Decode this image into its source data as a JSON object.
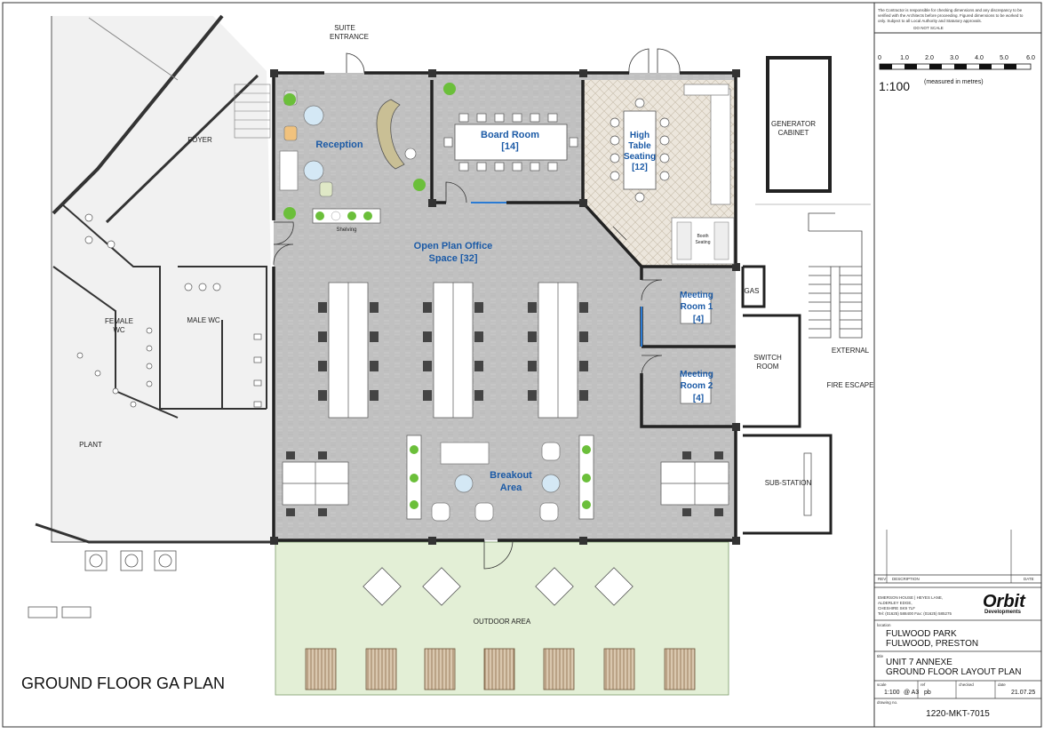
{
  "drawing_title": "GROUND FLOOR GA PLAN",
  "scale_bar": {
    "ticks": [
      "0",
      "1.0",
      "2.0",
      "3.0",
      "4.0",
      "5.0",
      "6.0"
    ],
    "scale": "1:100",
    "unit_note": "(measured in metres)"
  },
  "disclaimer": {
    "line1": "The Contractor is responsible for checking dimensions and any discrepancy to be",
    "line2": "verified with the Architects before proceeding. Figured dimensions to be worked to",
    "line3": "only. Subject to all Local Authority and Statutory approvals.",
    "line4": "DO NOT SCALE"
  },
  "rooms": {
    "suite_entrance_1": "SUITE",
    "suite_entrance_2": "ENTRANCE",
    "foyer": "FOYER",
    "reception": "Reception",
    "board_room_1": "Board Room",
    "board_room_2": "[14]",
    "high_table_1": "High",
    "high_table_2": "Table",
    "high_table_3": "Seating",
    "high_table_4": "[12]",
    "generator_1": "GENERATOR",
    "generator_2": "CABINET",
    "open_plan_1": "Open Plan Office",
    "open_plan_2": "Space [32]",
    "shelving": "Shelving",
    "booth_seating_1": "Booth",
    "booth_seating_2": "Seating",
    "gas": "GAS",
    "meeting1_1": "Meeting",
    "meeting1_2": "Room 1",
    "meeting1_3": "[4]",
    "meeting2_1": "Meeting",
    "meeting2_2": "Room 2",
    "meeting2_3": "[4]",
    "switch_1": "SWITCH",
    "switch_2": "ROOM",
    "fire_escape_1": "EXTERNAL",
    "fire_escape_2": "FIRE ESCAPE",
    "female_wc_1": "FEMALE",
    "female_wc_2": "WC",
    "male_wc": "MALE WC",
    "plant": "PLANT",
    "breakout_1": "Breakout",
    "breakout_2": "Area",
    "sub_station": "SUB-STATION",
    "outdoor": "OUTDOOR AREA"
  },
  "title_block": {
    "rev_label": "REV",
    "desc_label": "DESCRIPTION",
    "date_label": "DATE",
    "address_line1": "EMERSON HOUSE | HEYES LANE,",
    "address_line2": "ALDERLEY EDGE,",
    "address_line3": "CHESHIRE SK9 7LF",
    "address_line4": "Tel: (01625) 588400   Fax: (01625) 585275",
    "logo_main": "Orbit",
    "logo_sub": "Developments",
    "location_label": "location",
    "location_1": "FULWOOD PARK",
    "location_2": "FULWOOD, PRESTON",
    "title_label": "title",
    "title_1": "UNIT 7 ANNEXE",
    "title_2": "GROUND FLOOR LAYOUT PLAN",
    "scale_label": "scale",
    "scale_value": "1:100",
    "paper_value": "@ A3",
    "drawn_label": "ref",
    "drawn_value": "pb",
    "checked_label": "checked",
    "date_label2": "date",
    "date_value": "21.07.25",
    "drawing_no_label": "drawing no.",
    "drawing_no": "1220-MKT-7015"
  },
  "colors": {
    "office_fill": "#c9c9c9",
    "kitchen_fill": "#e8e2d8",
    "outdoor_fill": "#e3efd6",
    "room_label": "#1b5aa6",
    "glazing": "#2a7bd4",
    "plant_green": "#6bbf3a"
  }
}
